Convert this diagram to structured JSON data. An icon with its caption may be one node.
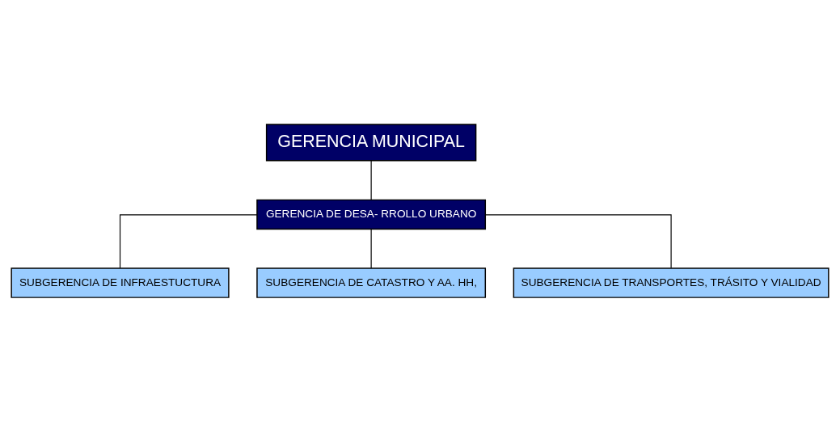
{
  "diagram": {
    "nodes": [
      {
        "text": [
          "GERENCIA MUNICIPAL"
        ]
      },
      {
        "text": [
          "GERENCIA DE DESA- RROLLO URBANO"
        ]
      },
      {
        "text": [
          "SUBGERENCIA DE INFRAESTUCTURA"
        ]
      },
      {
        "text": [
          "SUBGERENCIA DE CATASTRO Y AA. HH,"
        ]
      },
      {
        "text": [
          "SUBGERENCIA DE TRANSPORTES, TRÁSITO Y VIALIDAD"
        ]
      }
    ],
    "edges": [
      {
        "from": 0,
        "to": 1,
        "arrow": "none"
      },
      {
        "from": 1,
        "to": 2,
        "arrow": "none"
      },
      {
        "from": 1,
        "to": 3,
        "arrow": "none"
      },
      {
        "from": 1,
        "to": 4,
        "arrow": "none"
      }
    ]
  }
}
